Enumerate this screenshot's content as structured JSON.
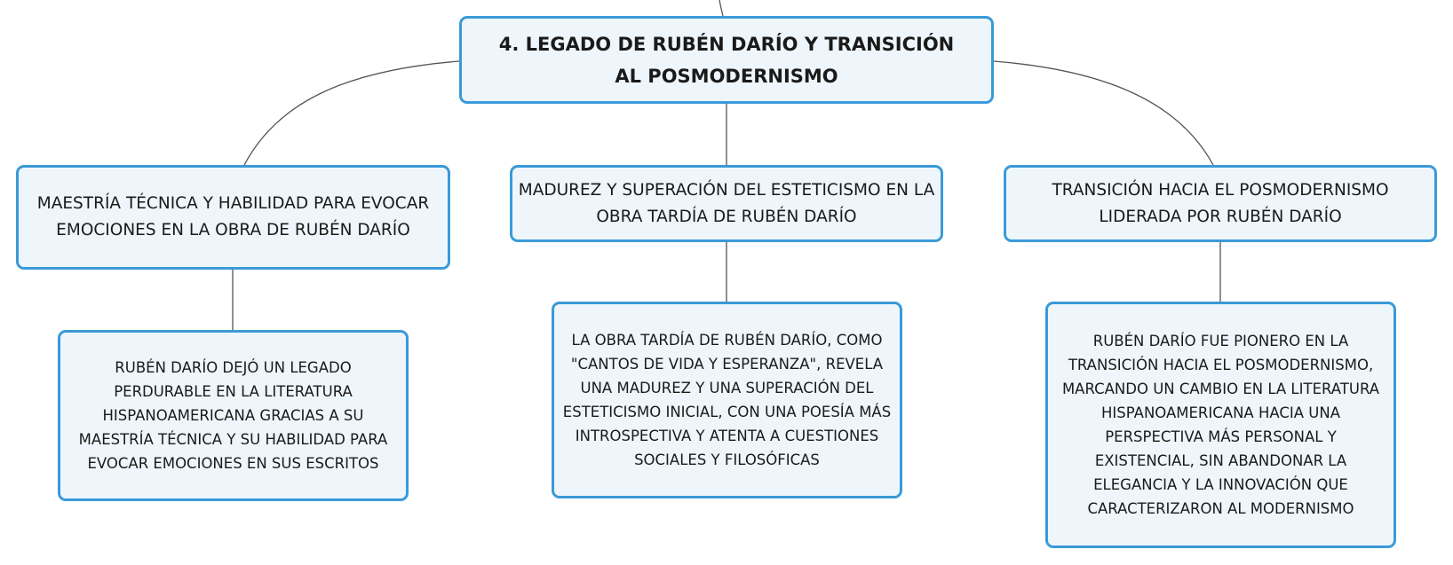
{
  "root": {
    "label": "4. LEGADO DE RUBÉN DARÍO Y TRANSICIÓN AL POSMODERNISMO"
  },
  "branches": [
    {
      "label": "MAESTRÍA TÉCNICA Y HABILIDAD PARA EVOCAR EMOCIONES EN LA OBRA DE RUBÉN DARÍO",
      "detail": "RUBÉN DARÍO DEJÓ UN LEGADO PERDURABLE EN LA LITERATURA HISPANOAMERICANA GRACIAS A SU MAESTRÍA TÉCNICA Y SU HABILIDAD PARA EVOCAR EMOCIONES EN SUS ESCRITOS"
    },
    {
      "label": "MADUREZ Y SUPERACIÓN DEL ESTETICISMO EN LA OBRA TARDÍA DE RUBÉN DARÍO",
      "detail": "LA OBRA TARDÍA DE RUBÉN DARÍO, COMO \"CANTOS DE VIDA Y ESPERANZA\", REVELA UNA MADUREZ Y UNA SUPERACIÓN DEL ESTETICISMO INICIAL, CON UNA POESÍA MÁS INTROSPECTIVA Y ATENTA A CUESTIONES SOCIALES Y FILOSÓFICAS"
    },
    {
      "label": "TRANSICIÓN HACIA EL POSMODERNISMO LIDERADA POR RUBÉN DARÍO",
      "detail": "RUBÉN DARÍO FUE PIONERO EN LA TRANSICIÓN HACIA EL POSMODERNISMO, MARCANDO UN CAMBIO EN LA LITERATURA HISPANOAMERICANA HACIA UNA PERSPECTIVA MÁS PERSONAL Y EXISTENCIAL, SIN ABANDONAR LA ELEGANCIA Y LA INNOVACIÓN QUE CARACTERIZARON AL MODERNISMO"
    }
  ],
  "colors": {
    "node_border": "#3a9ad9",
    "node_fill": "#eef6fc",
    "connector": "#555555"
  }
}
